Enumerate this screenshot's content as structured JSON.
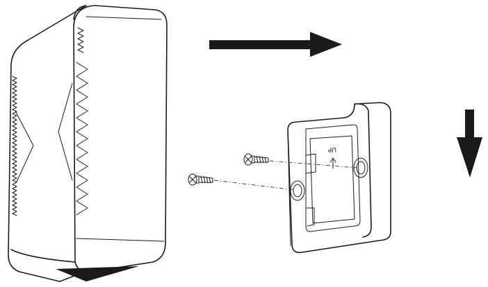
{
  "diagram": {
    "bracket_label": "UP",
    "colors": {
      "line": "#1a1a1a",
      "arrow_fill": "#1a1a1a",
      "background": "#ffffff"
    },
    "icons": [
      "sensor-device",
      "mounting-bracket",
      "screw",
      "right-arrow-icon",
      "down-arrow-icon",
      "up-arrow-icon",
      "triangle-indicator-icon"
    ]
  }
}
